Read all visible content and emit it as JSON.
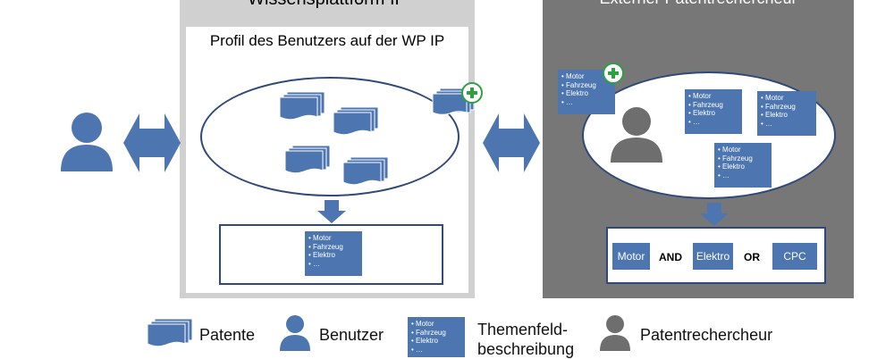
{
  "platform": {
    "title": "Wissensplattform IP",
    "profile_title": "Profil des Benutzers auf der WP IP"
  },
  "researcher": {
    "title": "Externer Patentrechercheur"
  },
  "topic_items": [
    "Motor",
    "Fahrzeug",
    "Elektro",
    "…"
  ],
  "query": {
    "term1": "Motor",
    "op1": "AND",
    "term2": "Elektro",
    "op2": "OR",
    "term3": "CPC"
  },
  "legend": {
    "patents": "Patente",
    "user": "Benutzer",
    "topic_line1": "Themenfeld-",
    "topic_line2": "beschreibung",
    "researcher": "Patentrechercheur"
  },
  "colors": {
    "accent_blue": "#4d76b0",
    "person_blue": "#4d76b0",
    "person_gray": "#6e6e6e",
    "panel_light": "#d0d0d0",
    "panel_dark": "#777777",
    "plus_green": "#2ea043"
  }
}
